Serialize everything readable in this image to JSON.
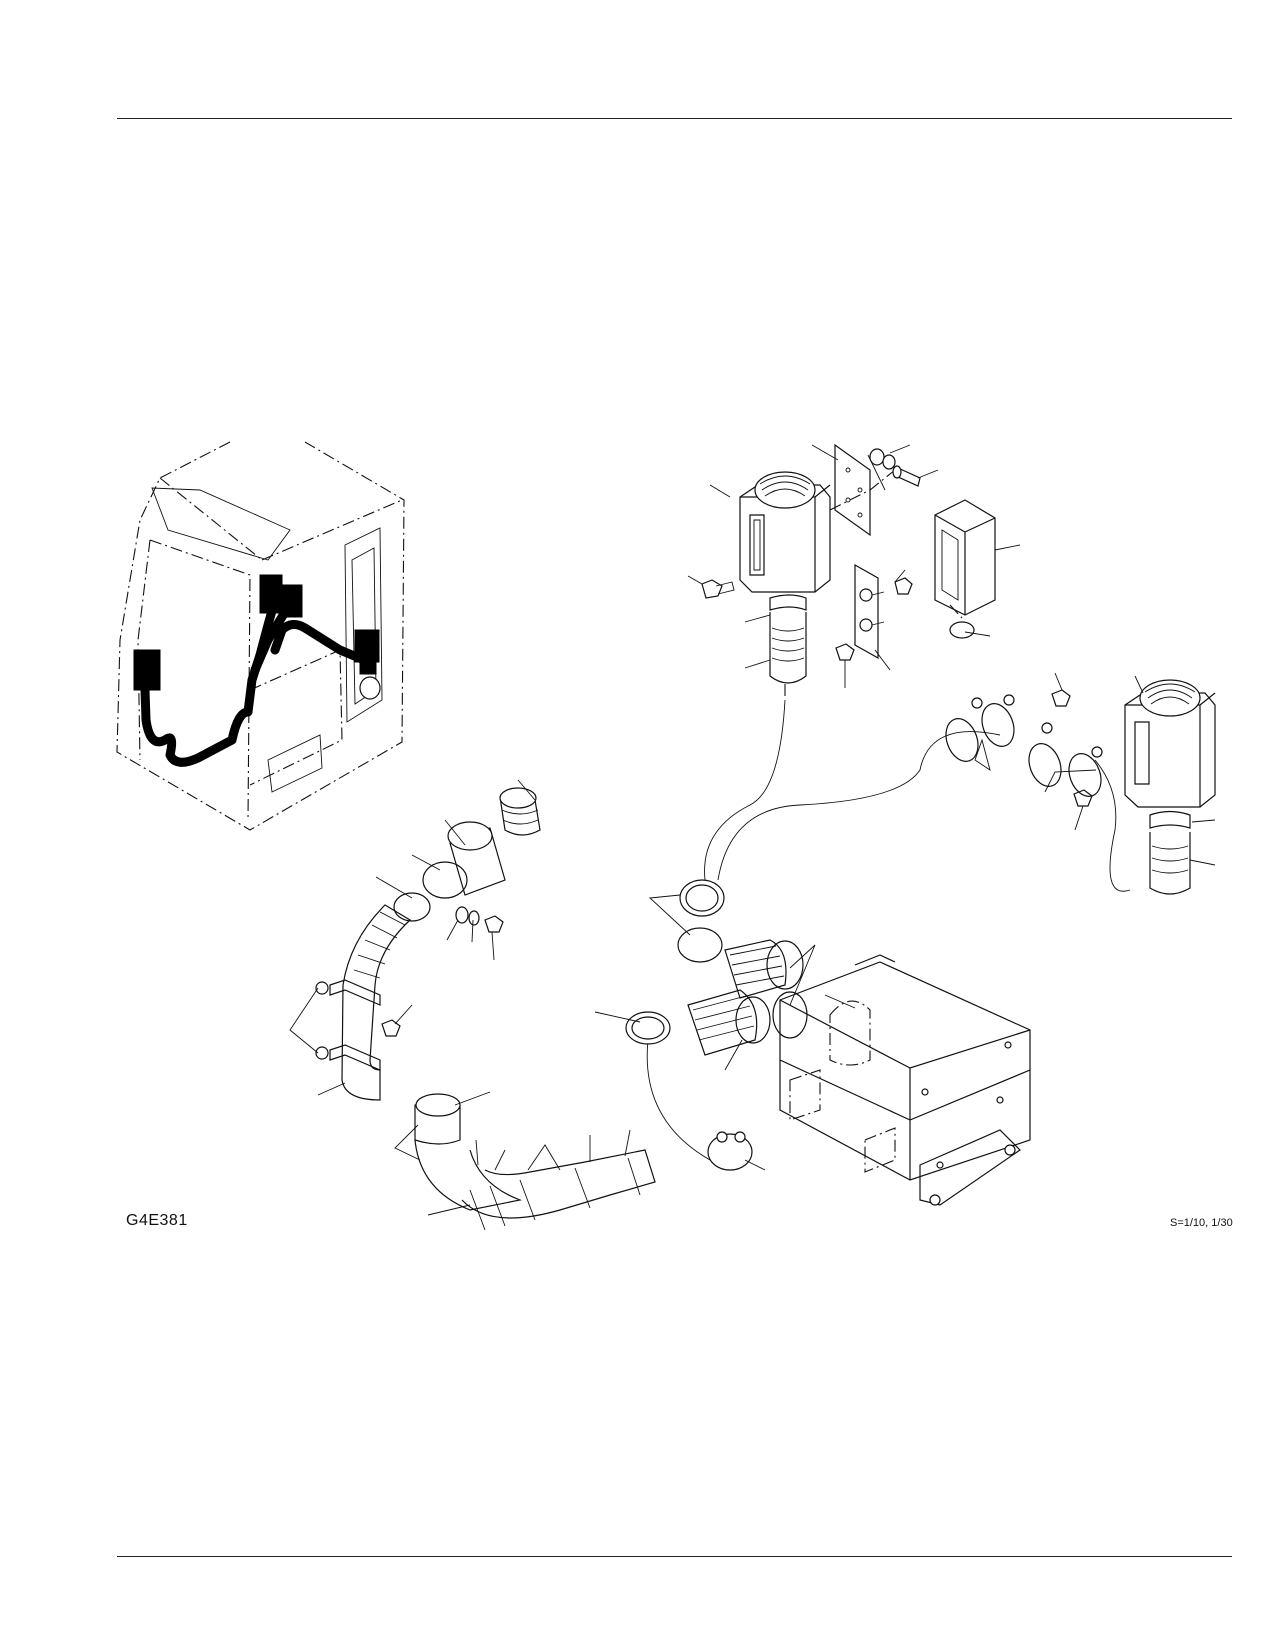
{
  "figure": {
    "code": "G4E381",
    "scale": "S=1/10, 1/30"
  },
  "icons": [
    "cab-outline",
    "wiring-harness",
    "air-vent-unit",
    "duct-hose",
    "hose-clamp",
    "bolt",
    "washer",
    "mounting-bracket",
    "switch-panel",
    "air-conditioner-unit"
  ]
}
